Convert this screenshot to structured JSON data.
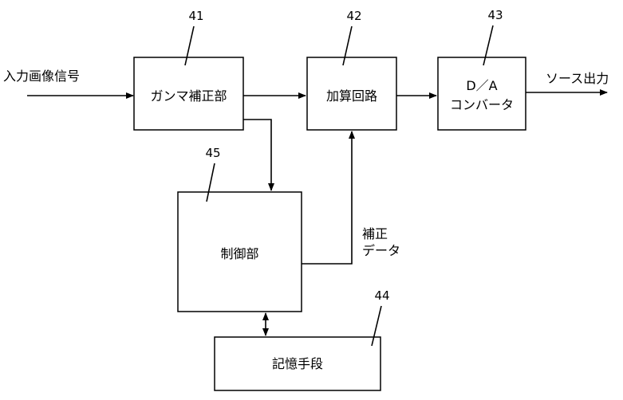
{
  "input_label": "入力画像信号",
  "output_label": "ソース出力",
  "correction_data_label": [
    "補正",
    "データ"
  ],
  "blocks": {
    "gamma": {
      "number": "41",
      "label": "ガンマ補正部"
    },
    "adder": {
      "number": "42",
      "label": "加算回路"
    },
    "dac": {
      "number": "43",
      "label_lines": [
        "D／A",
        "コンバータ"
      ]
    },
    "memory": {
      "number": "44",
      "label": "記憶手段"
    },
    "controller": {
      "number": "45",
      "label": "制御部"
    }
  }
}
